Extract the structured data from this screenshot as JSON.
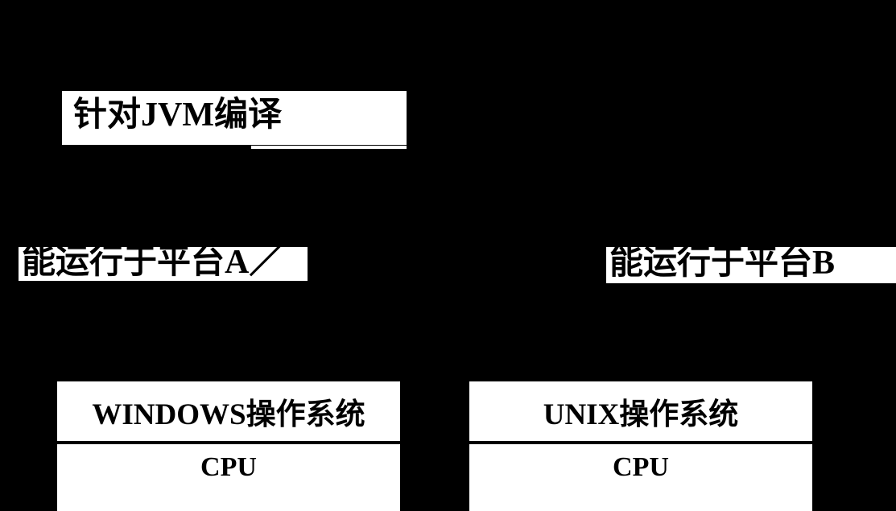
{
  "diagram": {
    "title": "Java platform independence diagram",
    "background_color": "#000000",
    "box_fill_color": "#ffffff",
    "text_color": "#000000",
    "nodes": {
      "jvm_compile": {
        "label": "针对JVM编译"
      },
      "platform_a": {
        "label": "能运行于平台A／"
      },
      "platform_b": {
        "label": "能运行于平台B"
      },
      "windows_stack": {
        "os_label": "WINDOWS操作系统",
        "cpu_label": "CPU"
      },
      "unix_stack": {
        "os_label": "UNIX操作系统",
        "cpu_label": "CPU"
      }
    },
    "connectors": {
      "jvm_underline": ""
    }
  }
}
